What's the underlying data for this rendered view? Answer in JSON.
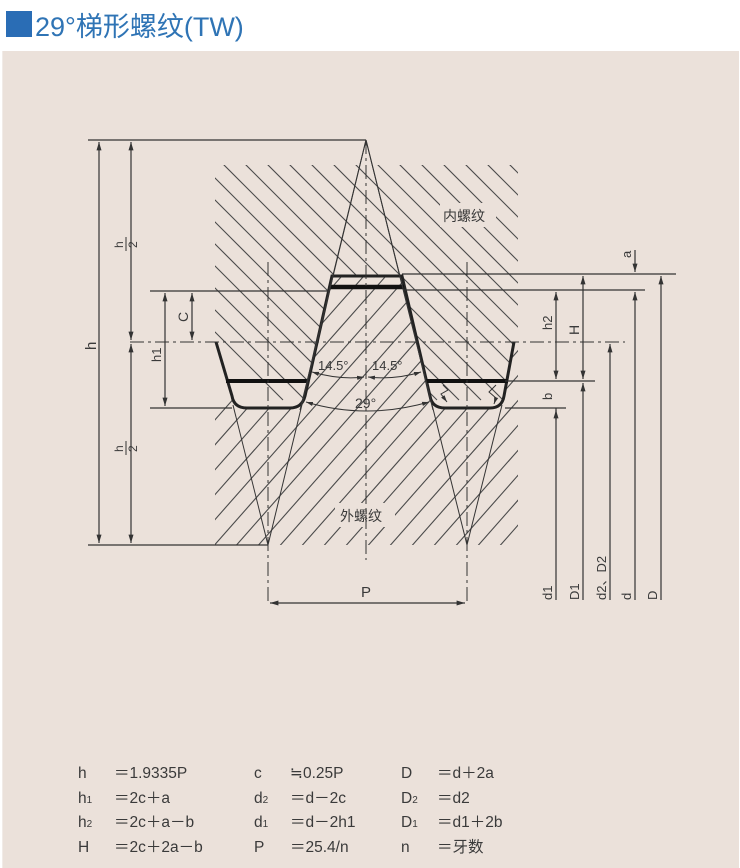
{
  "title": {
    "icon": "blue-square-icon",
    "text": "29°梯形螺纹(TW)",
    "color": "#2f74b5"
  },
  "diagram": {
    "background": "#ebe1da",
    "labels": {
      "internal_thread": "内螺纹",
      "external_thread": "外螺纹",
      "angle_half_left": "14.5°",
      "angle_half_right": "14.5°",
      "angle_full": "29°",
      "pitch": "P",
      "h": "h",
      "h_half_top_num": "h",
      "h_half_top_den": "2",
      "h_half_bottom_num": "h",
      "h_half_bottom_den": "2",
      "h1": "h1",
      "c": "C",
      "h2": "h2",
      "H": "H",
      "a": "a",
      "b": "b",
      "d1": "d1",
      "D1": "D1",
      "d2_D2": "d2、D2",
      "d": "d",
      "D": "D"
    }
  },
  "formulas": [
    [
      {
        "sym": "h",
        "sub": "",
        "expr": "＝1.9335P"
      },
      {
        "sym": "c",
        "sub": "",
        "expr": "≒0.25P"
      },
      {
        "sym": "D",
        "sub": "",
        "expr": "＝d＋2a"
      }
    ],
    [
      {
        "sym": "h",
        "sub": "1",
        "expr": "＝2c＋a"
      },
      {
        "sym": "d",
        "sub": "2",
        "expr": "＝d－2c"
      },
      {
        "sym": "D",
        "sub": "2",
        "expr": "＝d2"
      }
    ],
    [
      {
        "sym": "h",
        "sub": "2",
        "expr": "＝2c＋a－b"
      },
      {
        "sym": "d",
        "sub": "1",
        "expr": "＝d－2h1"
      },
      {
        "sym": "D",
        "sub": "1",
        "expr": "＝d1＋2b"
      }
    ],
    [
      {
        "sym": "H",
        "sub": "",
        "expr": "＝2c＋2a－b"
      },
      {
        "sym": "P",
        "sub": "",
        "expr": "＝25.4/n"
      },
      {
        "sym": "n",
        "sub": "",
        "expr": "＝牙数"
      }
    ]
  ]
}
